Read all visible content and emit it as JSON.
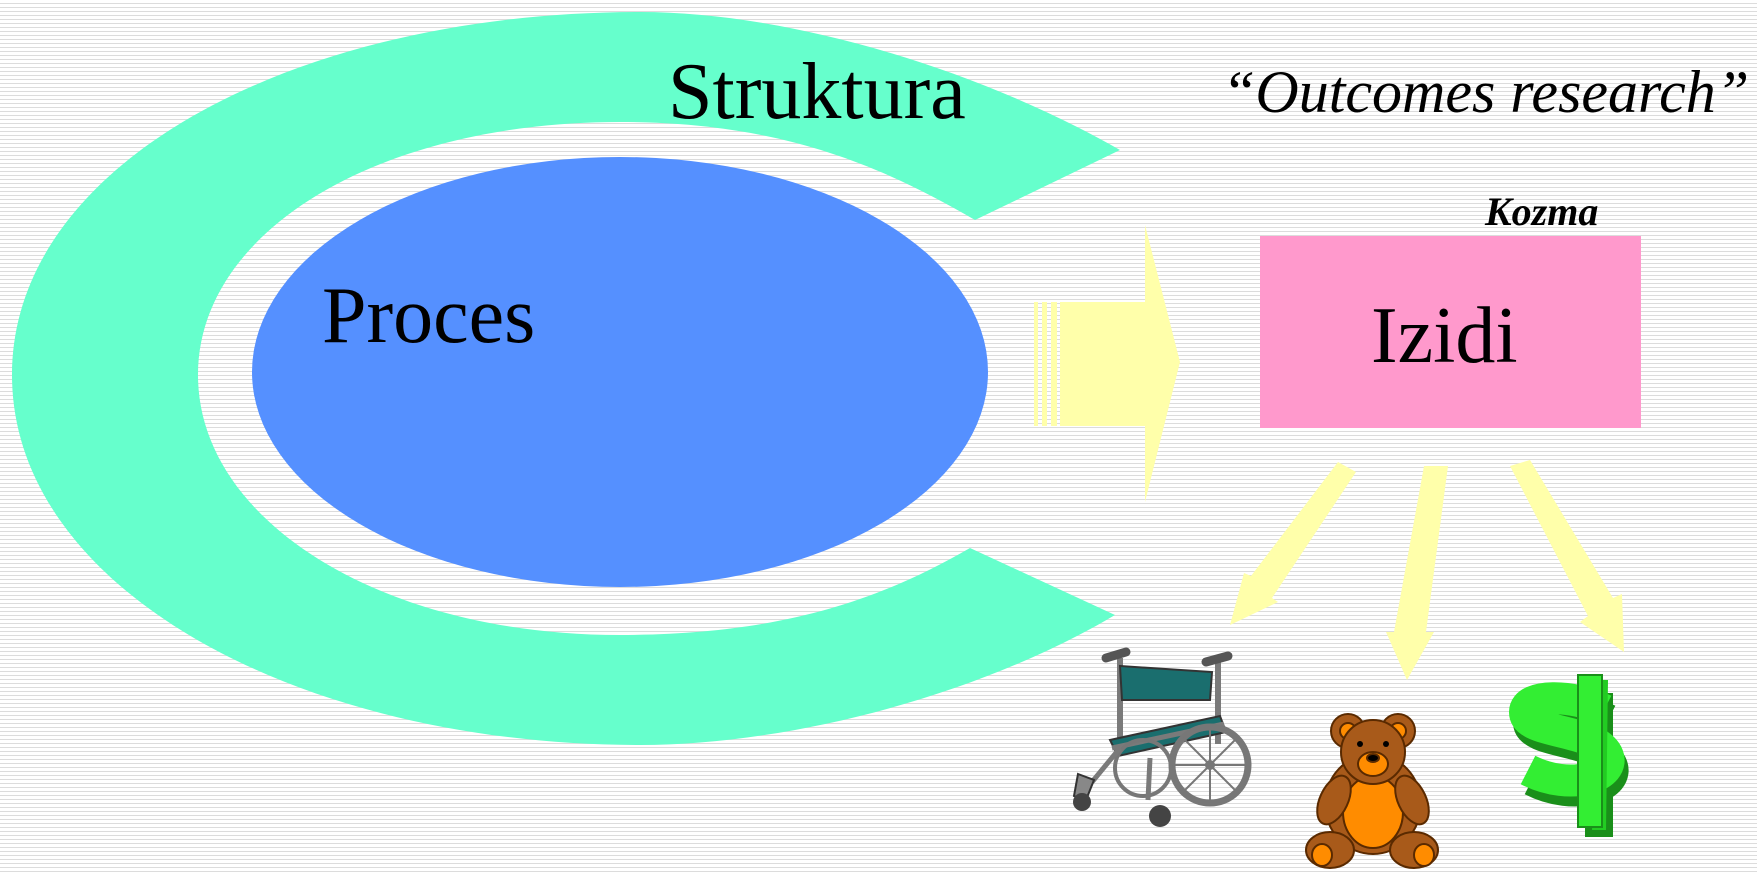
{
  "diagram": {
    "structure_label": "Struktura",
    "process_label": "Proces",
    "outcomes_heading": "“Outcomes research”",
    "author": "Kozma",
    "outcomes_label": "Izidi"
  },
  "icons": [
    "wheelchair-icon",
    "teddy-bear-icon",
    "dollar-sign-icon"
  ],
  "colors": {
    "structure_ring": "#66ffcc",
    "process_ellipse": "#5590ff",
    "outcomes_box": "#ff99cc",
    "arrows": "#ffffaa",
    "dollar": "#33dd33",
    "bear": "#a85a1a",
    "wheelchair_seat": "#1a6e6e"
  }
}
